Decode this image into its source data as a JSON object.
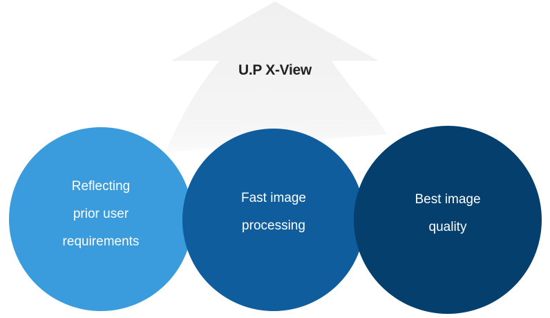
{
  "title": "U.P X-View",
  "circles": [
    {
      "lines": [
        "Reflecting",
        "prior user",
        "requirements"
      ]
    },
    {
      "lines": [
        "Fast image",
        "processing"
      ]
    },
    {
      "lines": [
        "Best image",
        "quality"
      ]
    }
  ],
  "colors": {
    "arrow": "#f2f2f2",
    "circle_light": "#3a9cdc",
    "circle_mid": "#0f5d9c",
    "circle_dark": "#053f6e",
    "title_text": "#222222"
  }
}
